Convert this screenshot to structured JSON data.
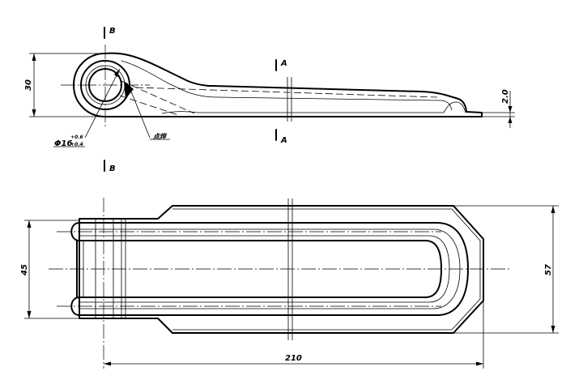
{
  "drawing": {
    "section_marks": {
      "a_top": "A",
      "a_bottom": "A",
      "b_top": "B",
      "b_bottom": "B"
    },
    "dimensions": {
      "height_side": "30",
      "thickness": "2.0",
      "hole_diameter": "Φ16",
      "hole_tol_upper": "+0.6",
      "hole_tol_lower": "+0.4",
      "width_inner": "45",
      "width_outer": "57",
      "length": "210"
    },
    "annotations": {
      "weld_note": "点焊"
    }
  }
}
